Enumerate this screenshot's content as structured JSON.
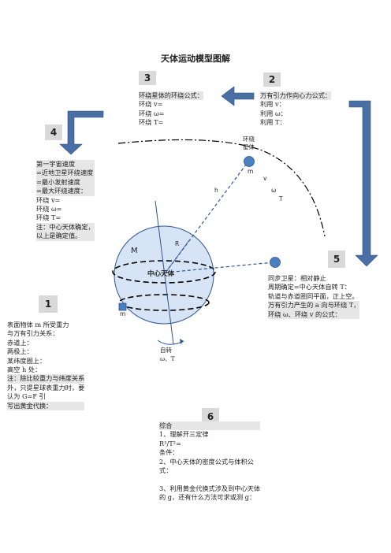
{
  "title": "天体运动模型图解",
  "badges": {
    "b1": "1",
    "b2": "2",
    "b3": "3",
    "b4": "4",
    "b5": "5",
    "b6": "6"
  },
  "box3": {
    "heading": "环绕星体的环绕公式：",
    "lines": [
      "环绕 v=",
      "环绕 ω=",
      "环绕 T="
    ]
  },
  "box2": {
    "heading": "万有引力作向心力公式：",
    "lines": [
      "利用 v：",
      "利用 ω：",
      "利用 T："
    ]
  },
  "box4": {
    "lines": [
      "第一宇宙速度",
      "=近地卫星环绕速度",
      "=最小发射速度",
      "=最大环绕速度：",
      "环绕 v=",
      "环绕 ω=",
      "环绕 T=",
      "注：中心天体确定，",
      "以上是确定值。"
    ]
  },
  "box5": {
    "lines": [
      "同步卫星：相对静止",
      "周期确定=中心天体自转 T：",
      "轨道与赤道圈同平面，正上空。",
      "万有引力产生的 a 向与环绕 T，",
      "环绕 ω、环绕 v 的公式："
    ]
  },
  "box1": {
    "lines": [
      "表面物体 m 所受重力",
      "与万有引力关系：",
      "赤道上：",
      "两极上：",
      "某纬度圈上：",
      "高空 h 处：",
      "注：除比较重力与纬度关系",
      "外，只提星球表重力时，要",
      "认为 G=F 引",
      "写出黄金代换："
    ]
  },
  "box6": {
    "lines": [
      "综合",
      "1、理解开三定律",
      "R³/T²=",
      "条件：",
      "2、中心天体的密度公式与体积公",
      "式：",
      "",
      "3、利用黄金代换式涉及到中心天体",
      "的 g，还有什么方法可求或测 g："
    ]
  },
  "diagram": {
    "central_label": "中心天体",
    "M": "M",
    "R": "R",
    "m_surface": "m",
    "orbit_label_line1": "环绕",
    "orbit_label_line2": "星体",
    "m_orbit": "m",
    "v": "v",
    "omega": "ω",
    "T": "T",
    "h": "h",
    "rotation_line1": "自转",
    "rotation_line2": "ω、T"
  },
  "colors": {
    "arrow": "#4a6fa5",
    "arrow_dark": "#2e4e7e",
    "planet_fill": "#d6e4f5",
    "planet_stroke": "#2f5597",
    "sat": "#4a7fc1"
  }
}
